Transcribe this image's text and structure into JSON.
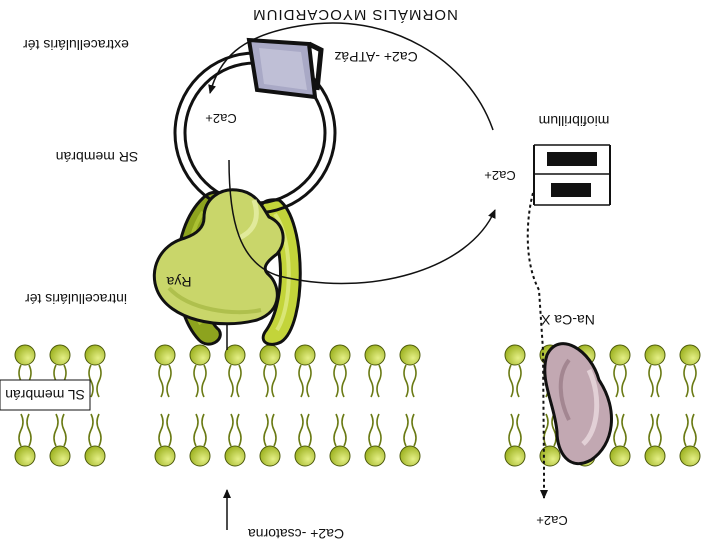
{
  "title": "NORMÁLIS MYOCARDIUM",
  "labels": {
    "extracellular": "extracelluláris tér",
    "intracellular": "intracelluláris tér",
    "sl_membrane": "SL membrán",
    "sr_membrane": "SR membrán",
    "ca_channel": "Ca2+ -csatorna",
    "ryanodine": "Rya",
    "atpase": "Ca2+ -ATPáz",
    "sr_calcium": "Ca2+",
    "myofibril": "miofibrillum",
    "myofibril_calcium": "Ca2+",
    "exchanger": "Na-Ca X",
    "exchanger_calcium": "Ca2+"
  },
  "colors": {
    "lipid_head": "#b5c92d",
    "channel_light": "#c3d43a",
    "channel_dark": "#8da31e",
    "ryanodine": "#c9d66a",
    "atpase": "#a9a9c6",
    "exchanger": "#c2a8b2",
    "outline": "#111111"
  }
}
